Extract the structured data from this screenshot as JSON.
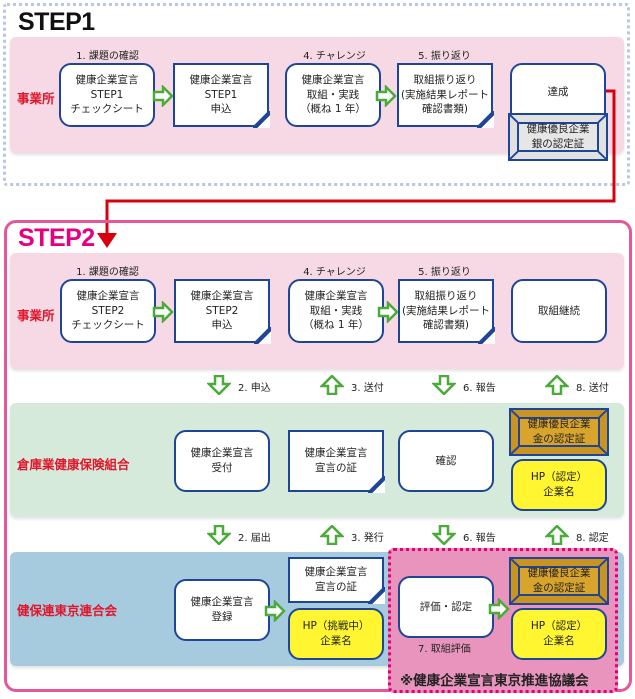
{
  "step1": {
    "title": "STEP1",
    "lane_label": "事業所",
    "labels": [
      "1. 課題の確認",
      "4. チャレンジ",
      "5. 振り返り"
    ],
    "boxes": {
      "checksheet": "健康企業宣言\nSTEP1\nチェックシート",
      "apply": "健康企業宣言\nSTEP1\n申込",
      "practice": "健康企業宣言\n取組・実践\n（概ね 1 年）",
      "review": "取組振り返り\n(実施結果レポート\n確認書類)",
      "achieve": "達成",
      "cert_silver": "健康優良企業\n銀の認定証"
    }
  },
  "step2": {
    "title": "STEP2",
    "lanes": {
      "office": {
        "label": "事業所",
        "labels": [
          "1. 課題の確認",
          "4. チャレンジ",
          "5. 振り返り"
        ],
        "boxes": {
          "checksheet": "健康企業宣言\nSTEP2\nチェックシート",
          "apply": "健康企業宣言\nSTEP2\n申込",
          "practice": "健康企業宣言\n取組・実践\n（概ね 1 年）",
          "review": "取組振り返り\n(実施結果レポート\n確認書類)",
          "continue": "取組継続"
        }
      },
      "union": {
        "label": "倉庫業健康保険組合",
        "boxes": {
          "receive": "健康企業宣言\n受付",
          "certificate": "健康企業宣言\n宣言の証",
          "confirm": "確認",
          "cert_gold": "健康優良企業\n金の認定証",
          "hp": "HP（認定）\n企業名"
        }
      },
      "federation": {
        "label": "健保連東京連合会",
        "boxes": {
          "register": "健康企業宣言\n登録",
          "certificate": "健康企業宣言\n宣言の証",
          "hp_challenge": "HP（挑戦中）\n企業名",
          "evaluate": "評価・認定",
          "evaluate_label": "7. 取組評価",
          "cert_gold": "健康優良企業\n金の認定証",
          "hp": "HP（認定）\n企業名"
        }
      }
    },
    "flows_upper": [
      "2. 申込",
      "3. 送付",
      "6. 報告",
      "8. 送付"
    ],
    "flows_lower": [
      "2. 届出",
      "3. 発行",
      "6. 報告",
      "8. 認定"
    ],
    "council_label": "※健康企業宣言東京推進協議会"
  },
  "colors": {
    "step1_title": "#111111",
    "step2_title": "#e4007f",
    "lane_label": "#e0162b",
    "box_border": "#1f4596",
    "arrow_green": "#4aaa3a",
    "connector_red": "#d7000f",
    "yellow": "#fff531",
    "gold": "#c9941f"
  }
}
